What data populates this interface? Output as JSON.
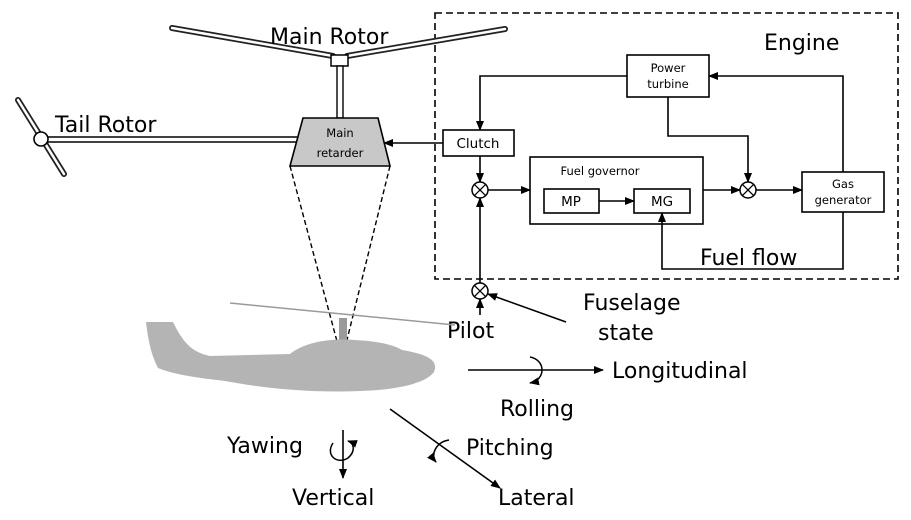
{
  "labels": {
    "main_rotor": "Main Rotor",
    "tail_rotor": "Tail Rotor",
    "engine": "Engine",
    "power_turbine_1": "Power",
    "power_turbine_2": "turbine",
    "clutch": "Clutch",
    "main_retarder_1": "Main",
    "main_retarder_2": "retarder",
    "fuel_governor": "Fuel governor",
    "mp": "MP",
    "mg": "MG",
    "gas_generator_1": "Gas",
    "gas_generator_2": "generator",
    "fuel_flow": "Fuel flow",
    "fuselage_state_1": "Fuselage",
    "fuselage_state_2": "state",
    "pilot": "Pilot",
    "longitudinal": "Longitudinal",
    "rolling": "Rolling",
    "yawing": "Yawing",
    "pitching": "Pitching",
    "vertical": "Vertical",
    "lateral": "Lateral"
  },
  "colors": {
    "line": "#000000",
    "retarder_fill": "#c8c8c8",
    "fuselage_fill": "#b4b4b4",
    "rotor_shadow": "#9a9a9a"
  }
}
